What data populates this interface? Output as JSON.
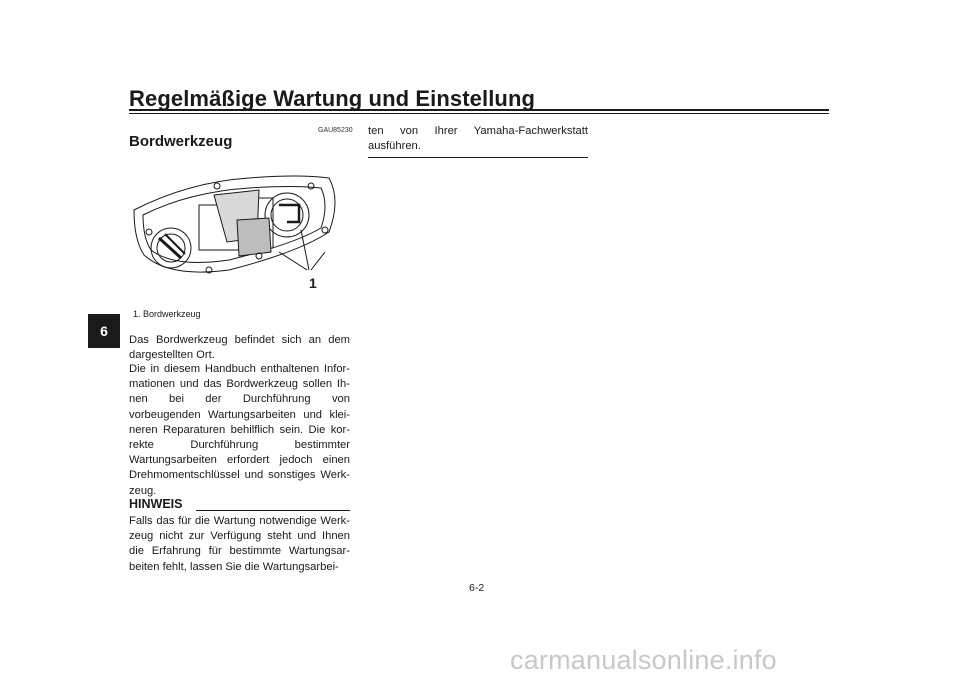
{
  "header": {
    "title": "Regelmäßige Wartung und Einstellung"
  },
  "chapter_tab": "6",
  "section": {
    "code": "GAU85230",
    "title": "Bordwerkzeug"
  },
  "figure": {
    "callout": "1",
    "caption": "1.  Bordwerkzeug"
  },
  "body": {
    "p1": "Das Bordwerkzeug befindet sich an dem dargestellten Ort.",
    "p2": "Die in diesem Handbuch enthaltenen Infor- mationen und das Bordwerkzeug sollen Ih- nen bei der Durchführung von vorbeugenden Wartungsarbeiten und klei- neren Reparaturen behilflich sein. Die kor- rekte Durchführung bestimmter Wartungsarbeiten erfordert jedoch einen Drehmomentschlüssel und sonstiges Werk- zeug.",
    "note_title": "HINWEIS",
    "p3": "Falls das für die Wartung notwendige Werk- zeug nicht zur Verfügung steht und Ihnen die Erfahrung für bestimmte Wartungsar- beiten fehlt, lassen Sie die Wartungsarbei-",
    "p4": "ten von Ihrer Yamaha-Fachwerkstatt ausführen."
  },
  "page_number": "6-2",
  "watermark": "carmanualsonline.info"
}
